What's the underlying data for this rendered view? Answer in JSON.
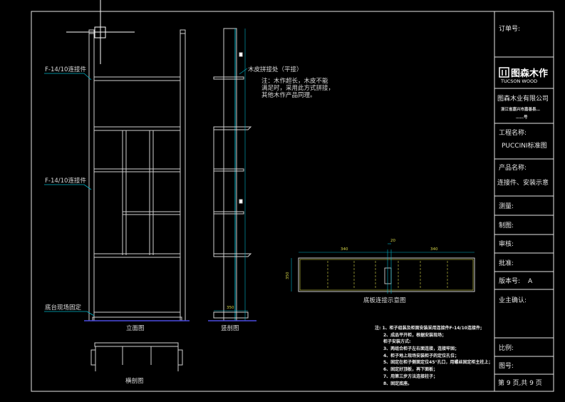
{
  "title_block": {
    "order_no_label": "订单号:",
    "logo_cn": "图森木作",
    "logo_en": "TUCSON WOOD",
    "company_name": "图森木业有限公司",
    "company_address_line1": "浙江省嘉兴市嘉善县…",
    "company_address_line2": "……号",
    "project_name_label": "工程名称:",
    "project_name_value": "PUCCINI标准图",
    "product_name_label": "产品名称:",
    "product_name_value": "连接件、安装示意",
    "survey_label": "测量:",
    "drawn_label": "制图:",
    "review_label": "审核:",
    "approve_label": "批准:",
    "version_label": "版本号:",
    "version_value": "A",
    "owner_confirm_label": "业主确认:",
    "scale_label": "比例:",
    "drawing_no_label": "图号:",
    "page_info": "第 9 页,共 9 页"
  },
  "drawings": {
    "front_view_label": "立面图",
    "section_label": "竖剖图",
    "cross_section_label": "横剖图",
    "base_plate_label": "底板连接示意图",
    "callout_connector_top": "F-14/10连接件",
    "callout_connector_mid": "F-14/10连接件",
    "callout_floor": "底台现场固定",
    "callout_veneer": "木皮拼接处（平接）",
    "veneer_note_1": "注：木作超长，木皮不能",
    "veneer_note_2": "满足时，采用此方式拼接，",
    "veneer_note_3": "其他木作产品同理。",
    "dim_depth": "350",
    "dim_left": "340",
    "dim_right": "340",
    "dim_gap": "20",
    "dim_height": "350"
  },
  "notes": [
    "注: 1、柜子组装及柜面安装采用连接件F-14/10连接件;",
    "2、成品平开柜，根据安装现场；",
    "柜子安装方式:",
    "3、两组合柜子左右面连接，连接牢固；",
    "4、柜子地上现场安装柜子的定位孔位；",
    "5、固定在柜子侧面定位45°孔口，用螺丝固定柜主柱上；",
    "6、固定好顶板，再下面板；",
    "7、用第三步方法连接柱子；",
    "8、固定底座。"
  ]
}
